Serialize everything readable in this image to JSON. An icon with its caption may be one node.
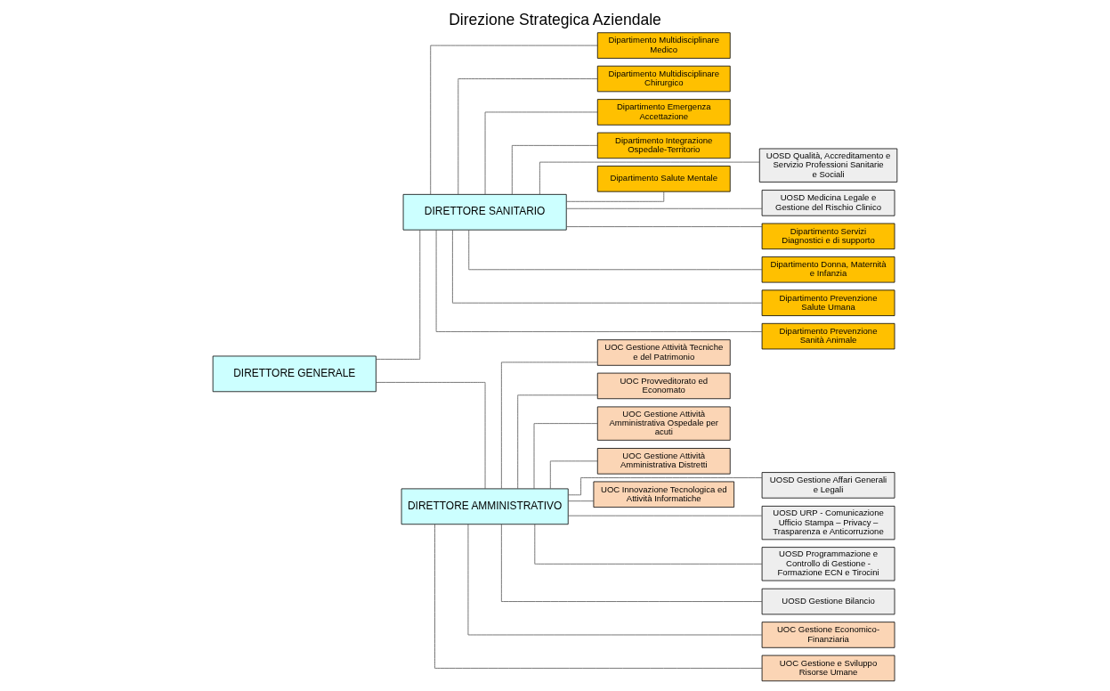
{
  "diagram": {
    "title": "Direzione Strategica Aziendale",
    "nodes": [
      {
        "text": [
          "DIRETTORE GENERALE"
        ]
      },
      {
        "text": [
          "DIRETTORE SANITARIO"
        ]
      },
      {
        "text": [
          "DIRETTORE AMMINISTRATIVO"
        ]
      },
      {
        "text": [
          "Dipartimento Multidisciplinare Medico"
        ]
      },
      {
        "text": [
          "Dipartimento Multidisciplinare Chirurgico"
        ]
      },
      {
        "text": [
          "Dipartimento Emergenza Accettazione"
        ]
      },
      {
        "text": [
          "Dipartimento Integrazione Ospedale-Territorio"
        ]
      },
      {
        "text": [
          "Dipartimento Salute Mentale"
        ]
      },
      {
        "text": [
          "UOSD Qualità, Accreditamento e Servizio Professioni Sanitarie e Sociali"
        ]
      },
      {
        "text": [
          "UOSD Medicina Legale e Gestione del Rischio Clinico"
        ]
      },
      {
        "text": [
          "Dipartimento Servizi Diagnostici e di supporto"
        ]
      },
      {
        "text": [
          "Dipartimento Donna, Maternità e Infanzia"
        ]
      },
      {
        "text": [
          "Dipartimento Prevenzione Salute Umana"
        ]
      },
      {
        "text": [
          "Dipartimento Prevenzione Sanità Animale"
        ]
      },
      {
        "text": [
          "UOC Gestione Attività Tecniche e del Patrimonio"
        ]
      },
      {
        "text": [
          "UOC Provveditorato ed Economato"
        ]
      },
      {
        "text": [
          "UOC Gestione Attività Amministrativa Ospedale per acuti"
        ]
      },
      {
        "text": [
          "UOC Gestione Attività Amministrativa Distretti"
        ]
      },
      {
        "text": [
          "UOC Innovazione Tecnologica ed Attività Informatiche"
        ]
      },
      {
        "text": [
          "UOSD Gestione Affari Generali e Legali"
        ]
      },
      {
        "text": [
          "UOSD URP - Comunicazione Ufficio Stampa – Privacy – Trasparenza e Anticorruzione"
        ]
      },
      {
        "text": [
          "UOSD Programmazione e Controllo di Gestione - Formazione ECN e Tirocini"
        ]
      },
      {
        "text": [
          "UOSD Gestione Bilancio"
        ]
      },
      {
        "text": [
          "UOC Gestione Economico-Finanziaria"
        ]
      },
      {
        "text": [
          "UOC Gestione e Sviluppo Risorse Umane"
        ]
      }
    ],
    "edges": [
      {
        "from": 0,
        "to": 1,
        "arrow": "none"
      },
      {
        "from": 0,
        "to": 2,
        "arrow": "none"
      },
      {
        "from": 1,
        "to": 3,
        "arrow": "none"
      },
      {
        "from": 1,
        "to": 4,
        "arrow": "none"
      },
      {
        "from": 1,
        "to": 5,
        "arrow": "none"
      },
      {
        "from": 1,
        "to": 6,
        "arrow": "none"
      },
      {
        "from": 1,
        "to": 7,
        "arrow": "none"
      },
      {
        "from": 1,
        "to": 8,
        "arrow": "none"
      },
      {
        "from": 1,
        "to": 9,
        "arrow": "none"
      },
      {
        "from": 1,
        "to": 10,
        "arrow": "none"
      },
      {
        "from": 1,
        "to": 11,
        "arrow": "none"
      },
      {
        "from": 1,
        "to": 12,
        "arrow": "none"
      },
      {
        "from": 1,
        "to": 13,
        "arrow": "none"
      },
      {
        "from": 2,
        "to": 14,
        "arrow": "none"
      },
      {
        "from": 2,
        "to": 15,
        "arrow": "none"
      },
      {
        "from": 2,
        "to": 16,
        "arrow": "none"
      },
      {
        "from": 2,
        "to": 17,
        "arrow": "none"
      },
      {
        "from": 2,
        "to": 18,
        "arrow": "none"
      },
      {
        "from": 2,
        "to": 19,
        "arrow": "none"
      },
      {
        "from": 2,
        "to": 20,
        "arrow": "none"
      },
      {
        "from": 2,
        "to": 21,
        "arrow": "none"
      },
      {
        "from": 2,
        "to": 22,
        "arrow": "none"
      },
      {
        "from": 2,
        "to": 23,
        "arrow": "none"
      },
      {
        "from": 2,
        "to": 24,
        "arrow": "none"
      }
    ]
  }
}
